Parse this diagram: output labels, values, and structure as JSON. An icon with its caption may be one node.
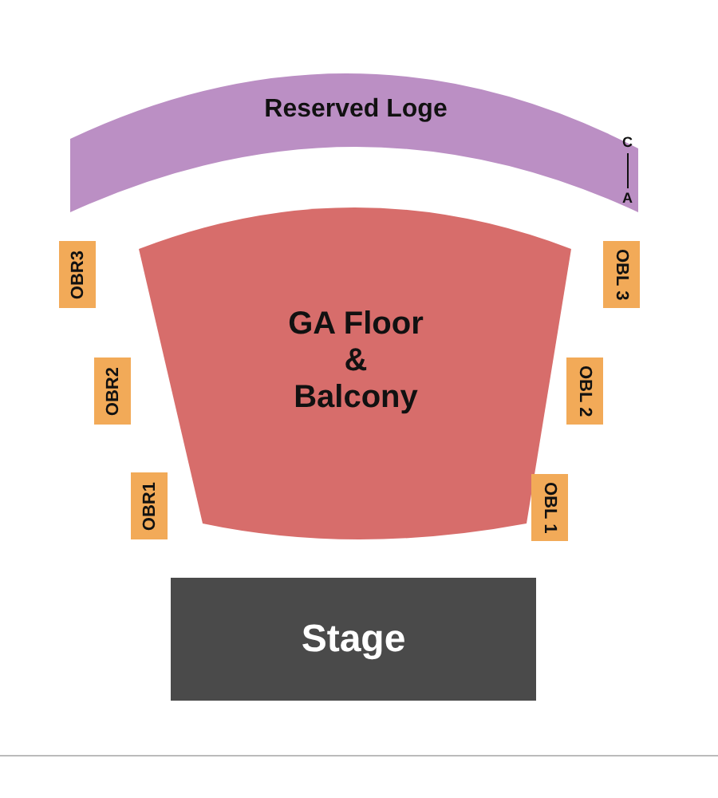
{
  "diagram": {
    "nodes": [
      {
        "text": [
          "Reserved Loge"
        ]
      },
      {
        "text": [
          "GA Floor & Balcony"
        ]
      },
      {
        "text": [
          "Stage"
        ]
      },
      {
        "text": [
          "OBR3"
        ]
      },
      {
        "text": [
          "OBR2"
        ]
      },
      {
        "text": [
          "OBR1"
        ]
      },
      {
        "text": [
          "OBL 3"
        ]
      },
      {
        "text": [
          "OBL 2"
        ]
      },
      {
        "text": [
          "OBL 1"
        ]
      }
    ],
    "labels": [
      "C",
      "A"
    ]
  }
}
